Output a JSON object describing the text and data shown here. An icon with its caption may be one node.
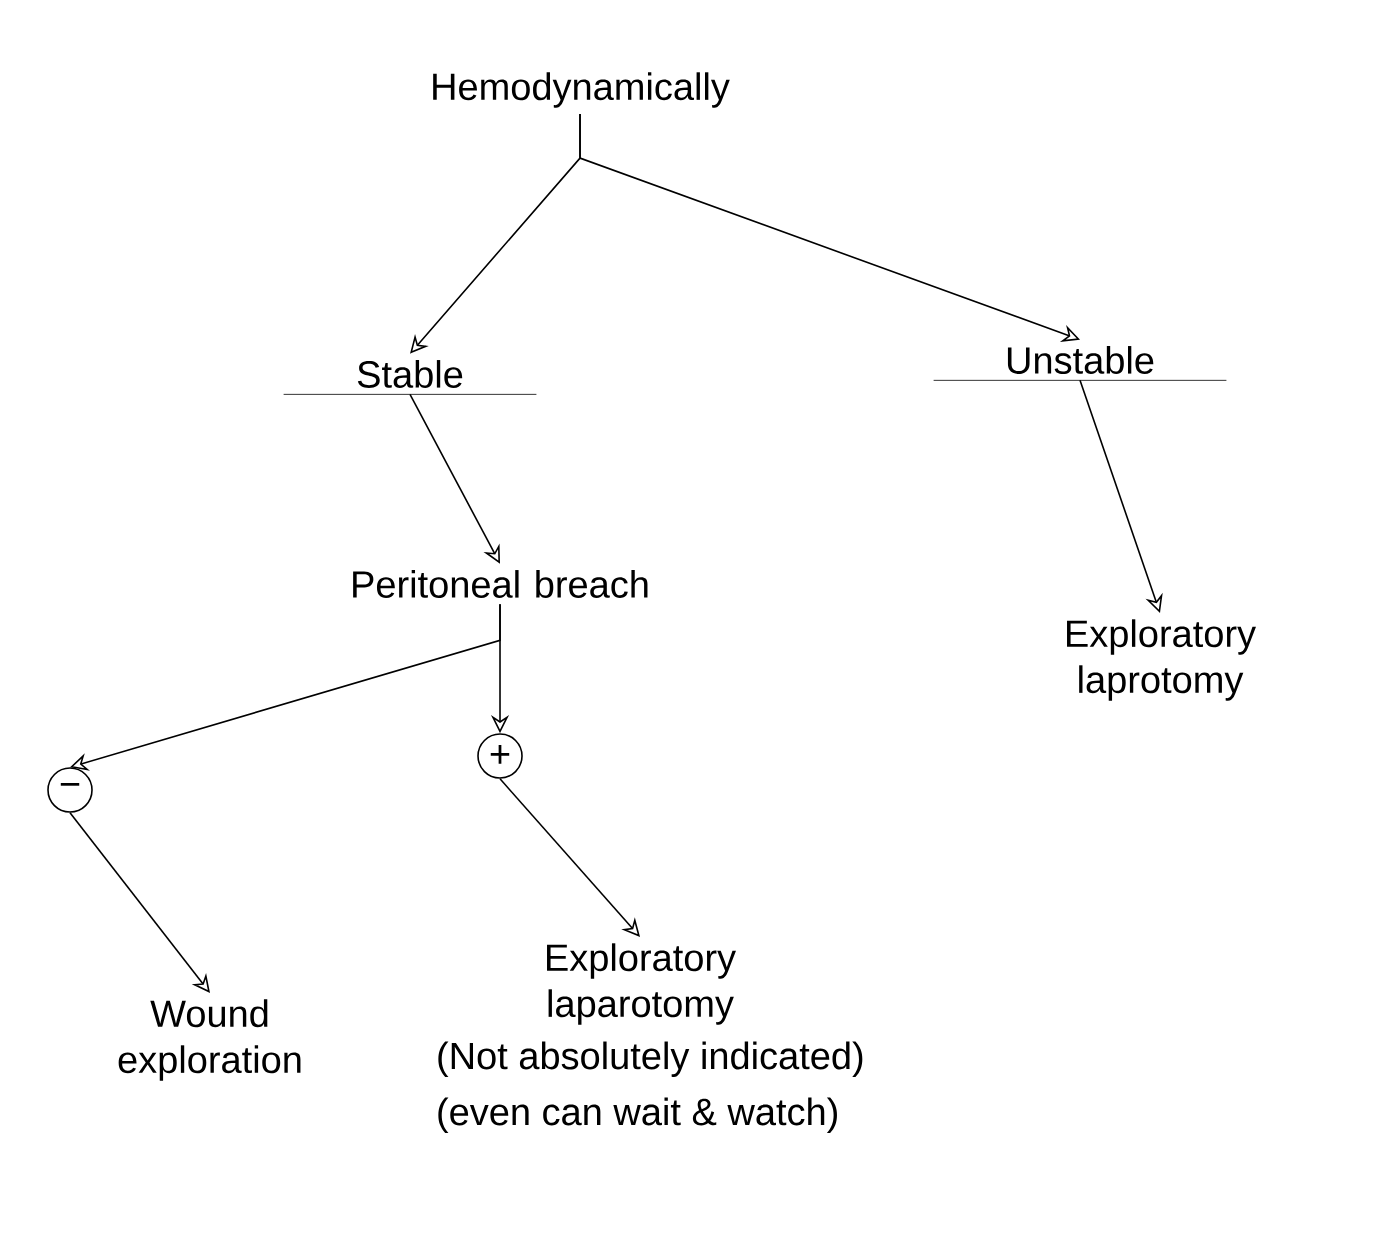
{
  "diagram": {
    "nodes": [
      {
        "text": [
          "Hemodynamically"
        ]
      },
      {
        "text": [
          "Stable"
        ]
      },
      {
        "text": [
          "Unstable"
        ]
      },
      {
        "text": [
          "Peritoneal breach"
        ]
      },
      {
        "text": [
          "Exploratory laprotomy"
        ]
      },
      {
        "text": [
          "−"
        ]
      },
      {
        "text": [
          "+"
        ]
      },
      {
        "text": [
          "Wound exploration"
        ]
      },
      {
        "text": [
          "Exploratory laparotomy"
        ],
        "beside": [
          "(Not absolutely indicated)",
          "(even can wait & watch)"
        ]
      }
    ],
    "edges": [
      {
        "from": 0,
        "to": 1,
        "arrow": "to"
      },
      {
        "from": 0,
        "to": 2,
        "arrow": "to"
      },
      {
        "from": 1,
        "to": 3,
        "arrow": "to"
      },
      {
        "from": 2,
        "to": 4,
        "arrow": "to"
      },
      {
        "from": 3,
        "to": 5,
        "arrow": "to"
      },
      {
        "from": 3,
        "to": 6,
        "arrow": "to"
      },
      {
        "from": 5,
        "to": 7,
        "arrow": "to"
      },
      {
        "from": 6,
        "to": 8,
        "arrow": "to"
      }
    ]
  }
}
